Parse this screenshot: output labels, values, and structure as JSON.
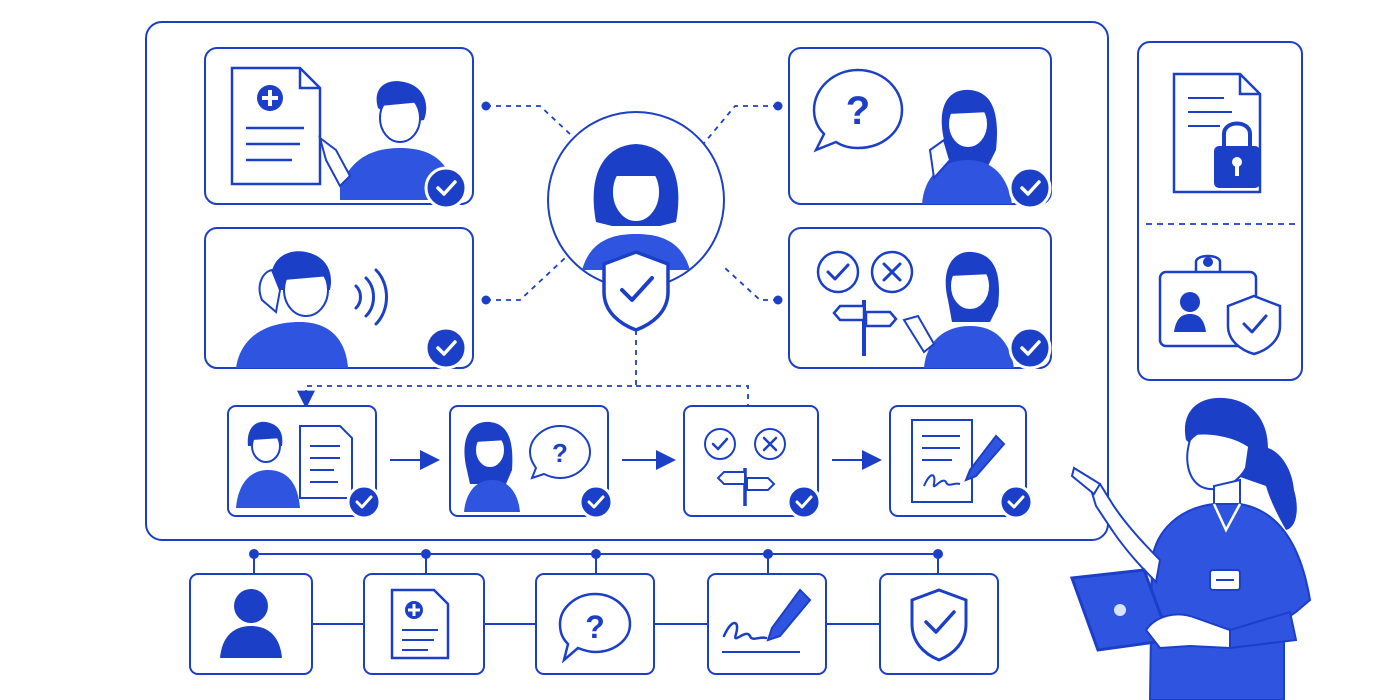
{
  "colors": {
    "primary": "#1c3fc8",
    "primary_fill": "#2f55e0",
    "light_fill": "#dbe3fb",
    "panel_bg": "#ffffff",
    "connector": "#1c3fc8"
  },
  "main_panel": {
    "center": {
      "figure": "patient-avatar",
      "badge": "shield-check-icon"
    },
    "cards": [
      {
        "id": "info-card",
        "scene": "person-pointing-at-medical-document",
        "icons": [
          "medical-document-icon"
        ],
        "status": "check-badge-icon"
      },
      {
        "id": "listen-card",
        "scene": "person-listening-hand-to-ear",
        "icons": [
          "sound-waves-icon"
        ],
        "status": "check-badge-icon"
      },
      {
        "id": "question-card",
        "scene": "person-thinking-with-question",
        "icons": [
          "question-bubble-icon"
        ],
        "status": "check-badge-icon"
      },
      {
        "id": "decision-card",
        "scene": "person-weighing-options",
        "icons": [
          "check-circle-icon",
          "x-circle-icon",
          "signpost-icon"
        ],
        "status": "check-badge-icon"
      }
    ],
    "process_steps": [
      {
        "id": "step-review",
        "icons": [
          "person-icon",
          "document-icon"
        ],
        "status": "check-badge-icon"
      },
      {
        "id": "step-ask",
        "icons": [
          "person-icon",
          "question-bubble-icon"
        ],
        "status": "check-badge-icon"
      },
      {
        "id": "step-decide",
        "icons": [
          "check-circle-icon",
          "x-circle-icon",
          "signpost-icon"
        ],
        "status": "check-badge-icon"
      },
      {
        "id": "step-sign",
        "icons": [
          "signed-document-icon",
          "pen-icon"
        ],
        "status": "check-badge-icon"
      }
    ]
  },
  "side_panel": {
    "items": [
      "locked-document-icon",
      "id-badge-shield-icon"
    ]
  },
  "timeline": {
    "nodes": [
      "person-icon",
      "medical-document-icon",
      "question-bubble-icon",
      "signature-pen-icon",
      "shield-check-icon"
    ]
  },
  "nurse": {
    "figure": "nurse-with-tablet"
  }
}
